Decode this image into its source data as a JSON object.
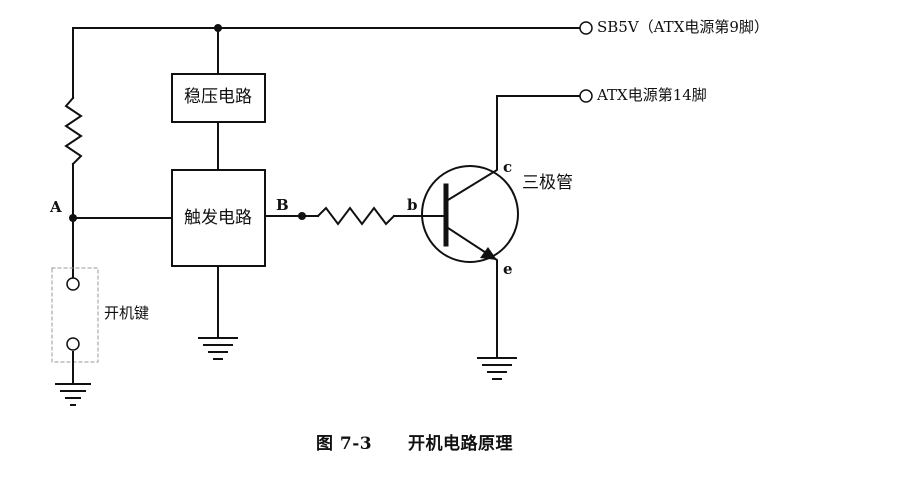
{
  "terminals": {
    "sb5v": "SB5V（ATX电源第9脚）",
    "atx14": "ATX电源第14脚"
  },
  "blocks": {
    "regulator": "稳压电路",
    "trigger": "触发电路"
  },
  "nodes": {
    "a": "A",
    "b": "B"
  },
  "transistor": {
    "label": "三极管",
    "base": "b",
    "collector": "c",
    "emitter": "e"
  },
  "switch": {
    "label": "开机键"
  },
  "caption": {
    "figure": "图 7-3",
    "title": "开机电路原理"
  }
}
